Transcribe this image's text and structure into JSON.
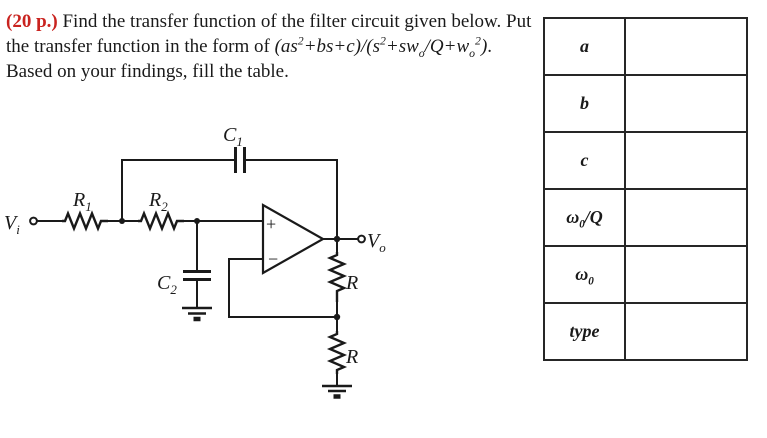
{
  "problem": {
    "points_label": "(20 p.)",
    "intro": " Find the transfer function of the filter circuit given below. Put the transfer function in the form of ",
    "formula": {
      "p1": "(as",
      "sup1": "2",
      "p2": "+bs+c)/(s",
      "sup2": "2",
      "p3": "+sw",
      "sub1": "o",
      "p4": "/Q+w",
      "sub2": "o",
      "sup3": "2",
      "p5": ")"
    },
    "outro": ". Based on your findings, fill the table."
  },
  "circuit": {
    "labels": {
      "vi": {
        "main": "V",
        "sub": "i"
      },
      "r1": {
        "main": "R",
        "sub": "1"
      },
      "r2": {
        "main": "R",
        "sub": "2"
      },
      "c1": {
        "main": "C",
        "sub": "1"
      },
      "c2": {
        "main": "C",
        "sub": "2"
      },
      "vo": {
        "main": "V",
        "sub": "o"
      },
      "r_upper": "R",
      "r_lower": "R",
      "opamp_plus": "+",
      "opamp_minus": "−"
    }
  },
  "table": {
    "rows": [
      {
        "pre": "a",
        "sub": "",
        "post": "",
        "value": ""
      },
      {
        "pre": "b",
        "sub": "",
        "post": "",
        "value": ""
      },
      {
        "pre": "c",
        "sub": "",
        "post": "",
        "value": ""
      },
      {
        "pre": "ω",
        "sub": "0",
        "post": "/Q",
        "value": ""
      },
      {
        "pre": "ω",
        "sub": "0",
        "post": "",
        "value": ""
      },
      {
        "pre": "type",
        "sub": "",
        "post": "",
        "value": ""
      }
    ]
  },
  "colors": {
    "accent_red": "#c9231f",
    "ink": "#1a1a1a"
  }
}
